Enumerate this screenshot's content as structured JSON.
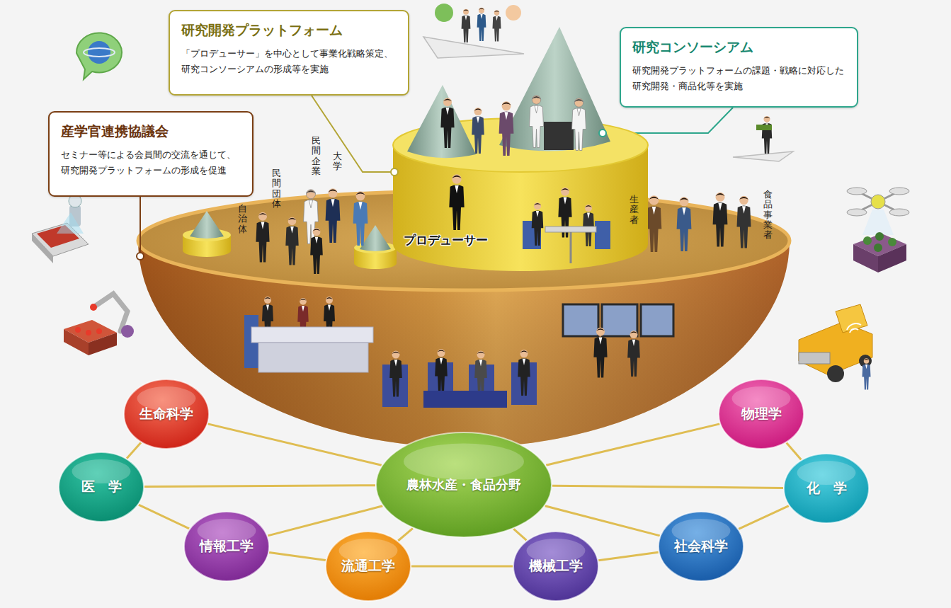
{
  "diagram": {
    "nodes": [
      {
        "text": [
          "研究開発プラットフォーム",
          "「プロデューサー」を中心として事業化戦略策定、 研究コンソーシアムの形成等を実施"
        ]
      },
      {
        "text": [
          "研究コンソーシアム",
          "研究開発プラットフォームの課題・戦略に対応した 研究開発・商品化等を実施"
        ]
      },
      {
        "text": [
          "産学官連携協議会",
          "セミナー等による会員間の交流を通じて、 研究開発プラットフォームの形成を促進"
        ]
      },
      {
        "text": [
          "生命科学"
        ]
      },
      {
        "text": [
          "物理学"
        ]
      },
      {
        "text": [
          "医　学"
        ]
      },
      {
        "text": [
          "農林水産・食品分野"
        ]
      },
      {
        "text": [
          "化　学"
        ]
      },
      {
        "text": [
          "情報工学"
        ]
      },
      {
        "text": [
          "社会科学"
        ]
      },
      {
        "text": [
          "流通工学"
        ]
      },
      {
        "text": [
          "機械工学"
        ]
      }
    ],
    "edges": [
      {
        "from": 6,
        "to": 3,
        "arrow": "none"
      },
      {
        "from": 6,
        "to": 4,
        "arrow": "none"
      },
      {
        "from": 6,
        "to": 5,
        "arrow": "none"
      },
      {
        "from": 6,
        "to": 7,
        "arrow": "none"
      },
      {
        "from": 6,
        "to": 8,
        "arrow": "none"
      },
      {
        "from": 6,
        "to": 9,
        "arrow": "none"
      },
      {
        "from": 6,
        "to": 10,
        "arrow": "none"
      },
      {
        "from": 6,
        "to": 11,
        "arrow": "none"
      },
      {
        "from": 3,
        "to": 5,
        "arrow": "none"
      },
      {
        "from": 5,
        "to": 8,
        "arrow": "none"
      },
      {
        "from": 8,
        "to": 10,
        "arrow": "none"
      },
      {
        "from": 10,
        "to": 11,
        "arrow": "none"
      },
      {
        "from": 11,
        "to": 9,
        "arrow": "none"
      },
      {
        "from": 9,
        "to": 7,
        "arrow": "none"
      },
      {
        "from": 7,
        "to": 4,
        "arrow": "none"
      }
    ],
    "labels": [
      "自治体",
      "民間団体",
      "民間企業",
      "大学",
      "生産者",
      "食品事業者",
      "プロデューサー"
    ]
  }
}
